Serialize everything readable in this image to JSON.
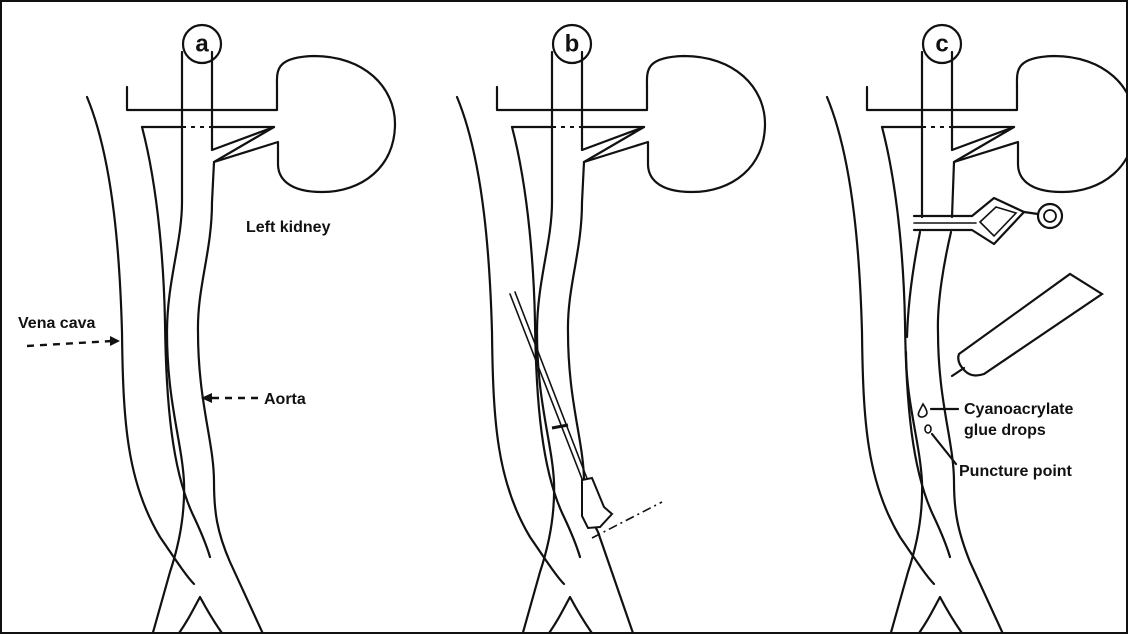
{
  "panels": [
    {
      "letter": "a"
    },
    {
      "letter": "b"
    },
    {
      "letter": "c"
    }
  ],
  "labels": {
    "left_kidney": "Left kidney",
    "vena_cava": "Vena cava",
    "aorta": "Aorta",
    "glue_line1": "Cyanoacrylate",
    "glue_line2": "glue drops",
    "puncture_point": "Puncture point"
  }
}
